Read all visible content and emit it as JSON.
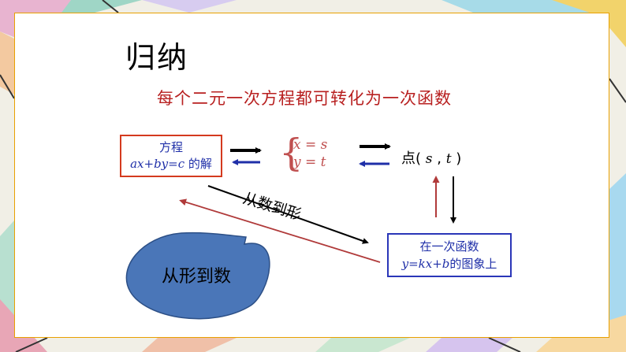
{
  "slide": {
    "title": "归纳",
    "subtitle": "每个二元一次方程都可转化为一次函数",
    "equation_box": {
      "line1": "方程",
      "line2_eq": "ax+by=c",
      "line2_tail": " 的解"
    },
    "system": {
      "row1": "x = s",
      "row2": "y = t"
    },
    "point": {
      "prefix": "点(",
      "s": "s",
      "sep": ",",
      "t": "t",
      "suffix": ")"
    },
    "function_box": {
      "line1": "在一次函数",
      "line2_eq": "y=kx+b",
      "line2_tail": "的图象上"
    },
    "arrow_label_down": "从数到形",
    "blob_label": "从形到数",
    "colors": {
      "red": "#b82020",
      "blue": "#1f2fa8",
      "frame": "#e8a000",
      "blob": "#4a76b8"
    }
  }
}
